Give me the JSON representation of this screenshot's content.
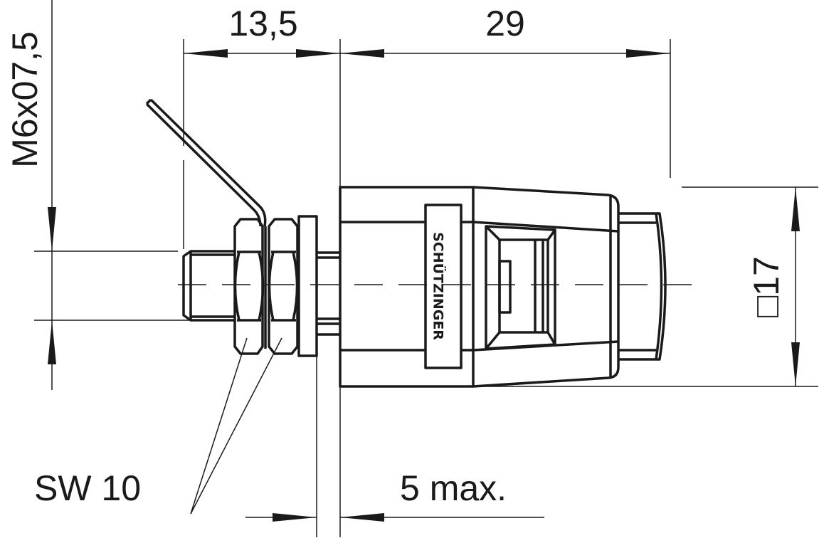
{
  "dimensions": {
    "length_left": "13,5",
    "length_right": "29",
    "thread": "M6x07,5",
    "square": "□17",
    "wrench": "SW 10",
    "panel_max": "5 max."
  },
  "logo": "SCHÜTZINGER",
  "colors": {
    "line": "#1a1a1a",
    "background": "#ffffff"
  }
}
